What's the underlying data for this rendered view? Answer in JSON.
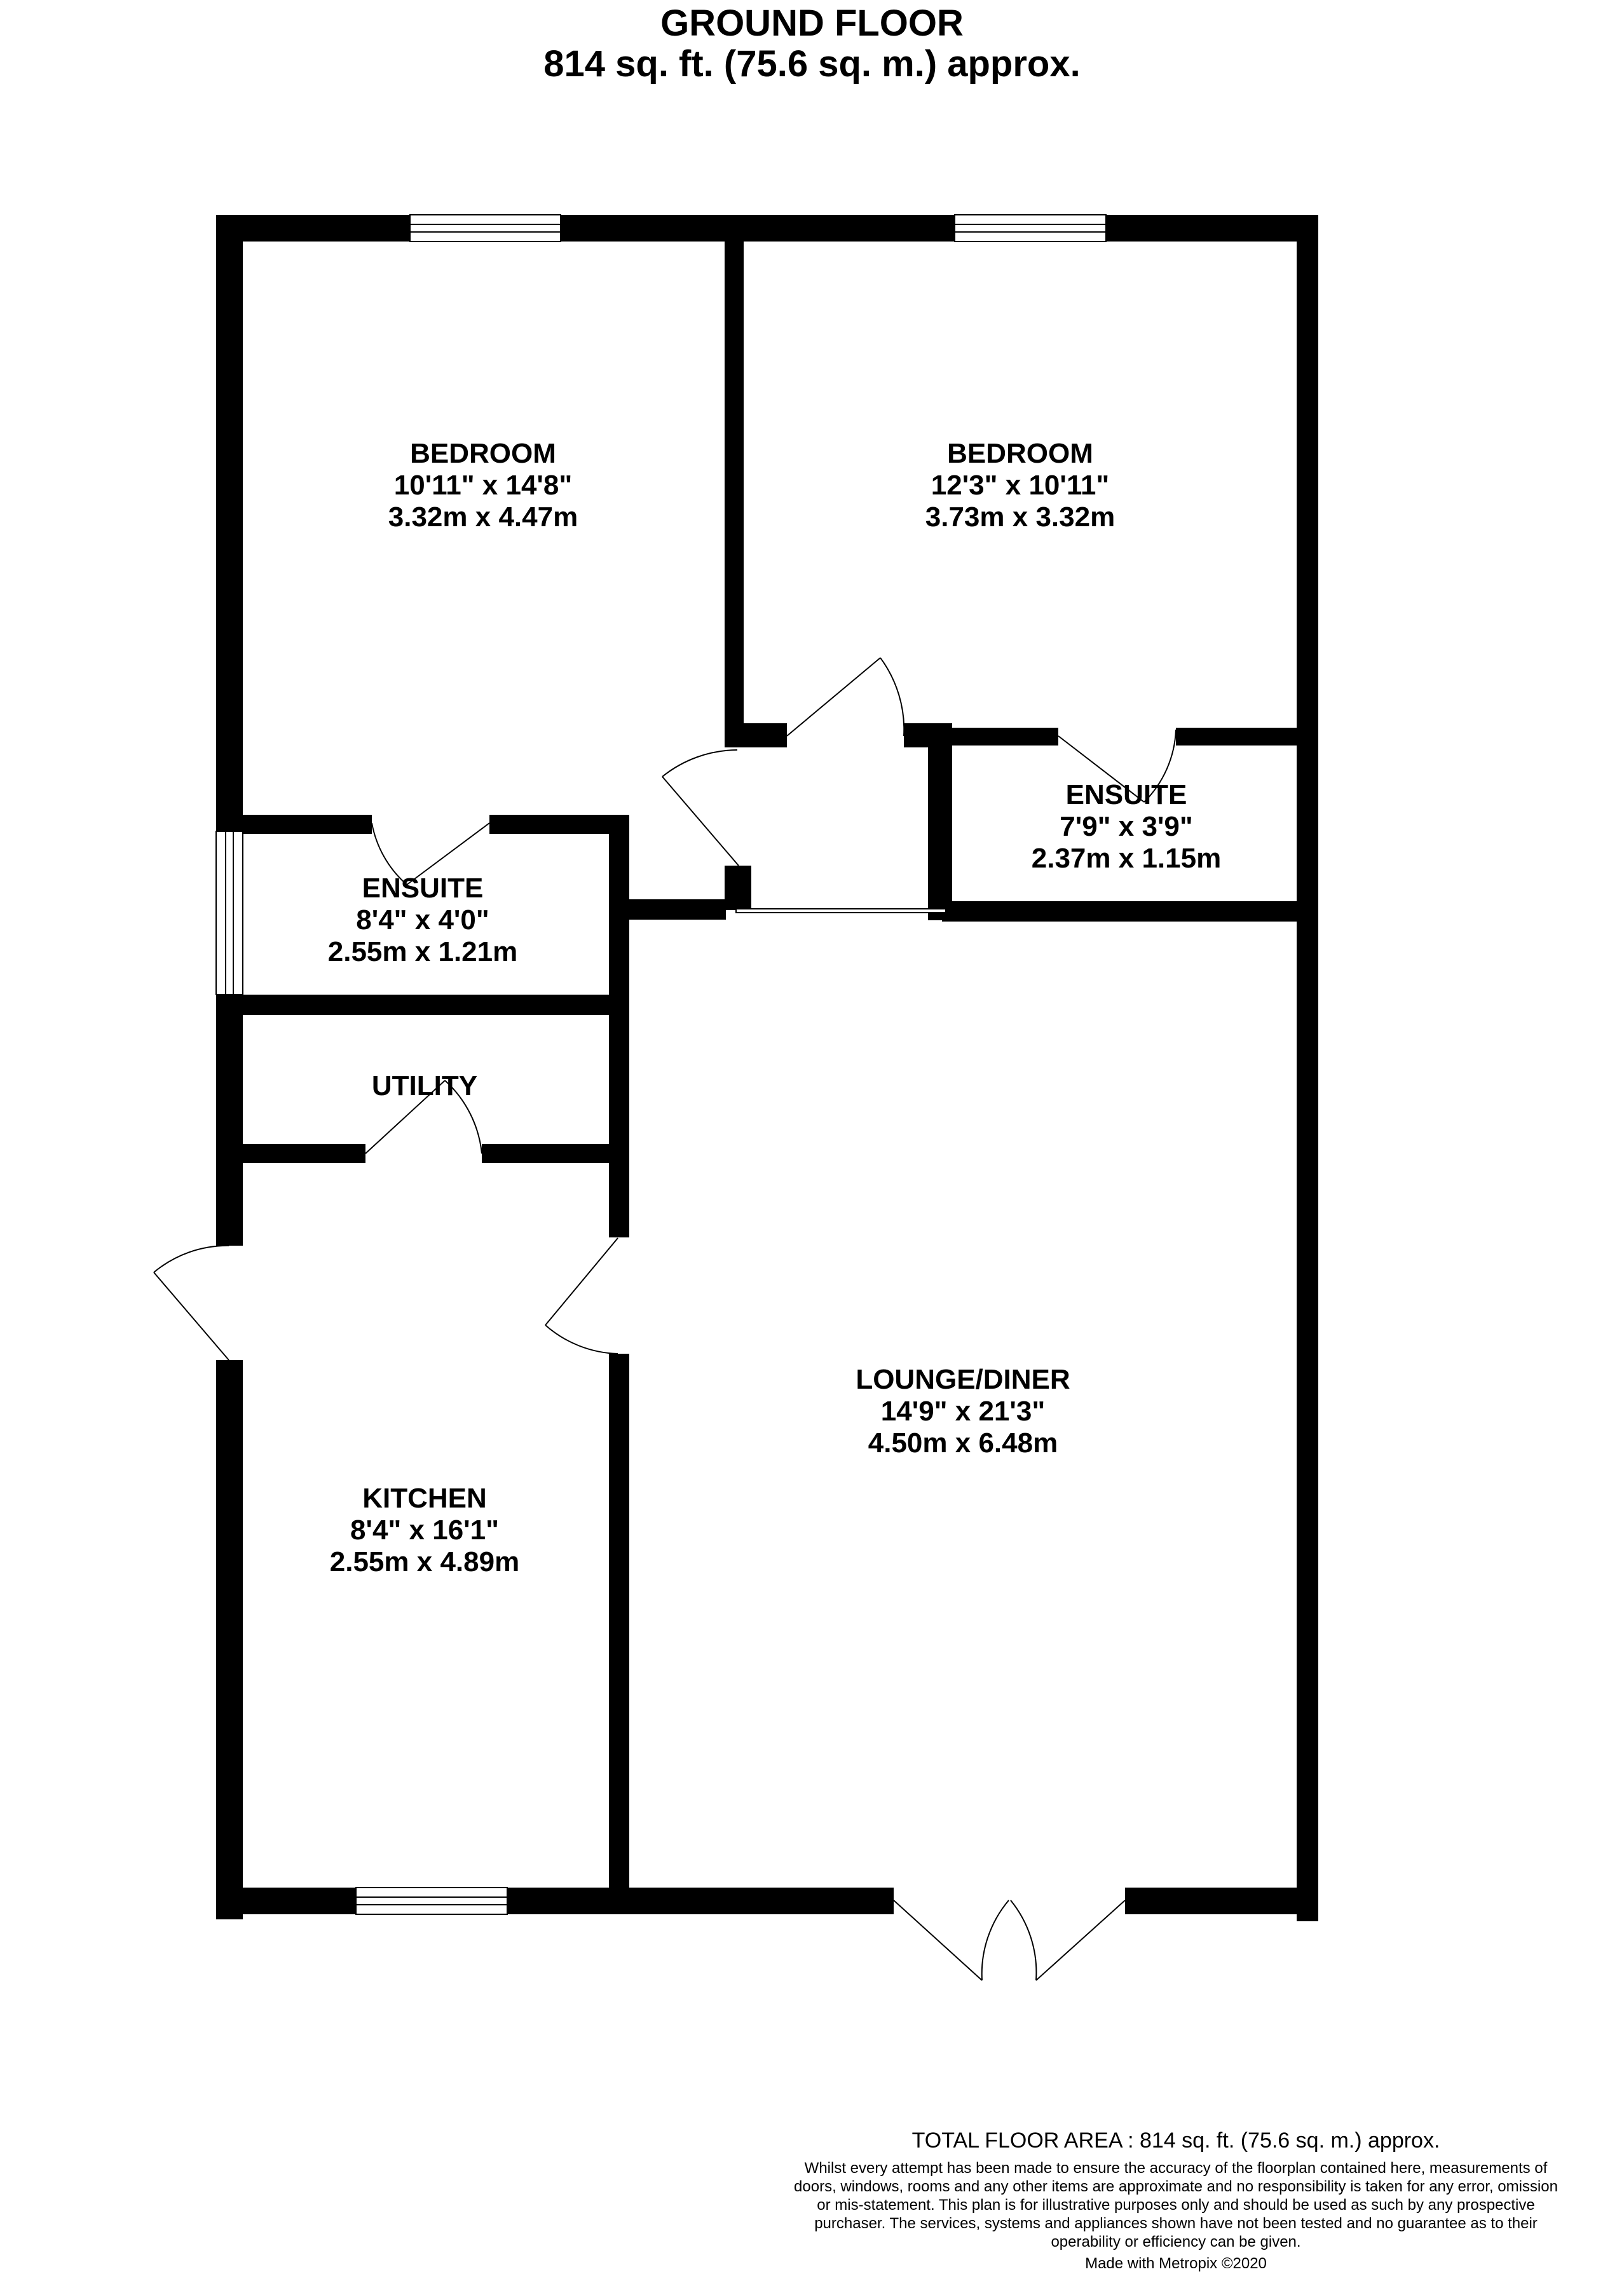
{
  "header": {
    "title": "GROUND FLOOR",
    "area": "814 sq. ft. (75.6 sq. m.) approx."
  },
  "rooms": [
    {
      "id": "bedroom-1",
      "name": "BEDROOM",
      "imperial": "10'11\"  x 14'8\"",
      "metric": "3.32m  x 4.47m"
    },
    {
      "id": "bedroom-2",
      "name": "BEDROOM",
      "imperial": "12'3\"  x 10'11\"",
      "metric": "3.73m  x 3.32m"
    },
    {
      "id": "ensuite-1",
      "name": "ENSUITE",
      "imperial": "8'4\"  x 4'0\"",
      "metric": "2.55m  x 1.21m"
    },
    {
      "id": "ensuite-2",
      "name": "ENSUITE",
      "imperial": "7'9\"  x 3'9\"",
      "metric": "2.37m  x 1.15m"
    },
    {
      "id": "utility",
      "name": "UTILITY",
      "imperial": "",
      "metric": ""
    },
    {
      "id": "lounge-diner",
      "name": "LOUNGE/DINER",
      "imperial": "14'9\"  x 21'3\"",
      "metric": "4.50m  x 6.48m"
    },
    {
      "id": "kitchen",
      "name": "KITCHEN",
      "imperial": "8'4\"  x 16'1\"",
      "metric": "2.55m  x 4.89m"
    }
  ],
  "footer": {
    "total": "TOTAL FLOOR AREA : 814 sq. ft. (75.6 sq. m.) approx.",
    "disclaimer": "Whilst every attempt has been made to ensure the accuracy of the floorplan contained here, measurements of doors, windows, rooms and any other items are approximate and no responsibility is taken for any error, omission or mis-statement. This plan is for illustrative purposes only and should be used as such by any prospective purchaser. The services, systems and appliances shown have not been tested and no guarantee as to their operability or efficiency can be given.",
    "credit": "Made with Metropix ©2020"
  }
}
